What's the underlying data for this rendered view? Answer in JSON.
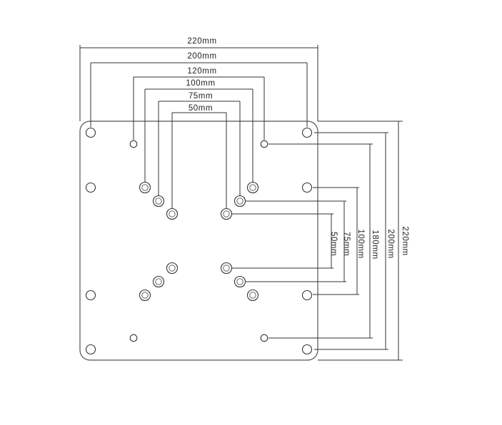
{
  "plate": {
    "horizontal_labels": {
      "w220": "220mm",
      "w200": "200mm",
      "w120": "120mm",
      "w100": "100mm",
      "w75": "75mm",
      "w50": "50mm"
    },
    "vertical_labels": {
      "h50": "50mm",
      "h75": "75mm",
      "h100": "100mm",
      "h180": "180mm",
      "h200": "200mm",
      "h220": "220mm"
    }
  }
}
